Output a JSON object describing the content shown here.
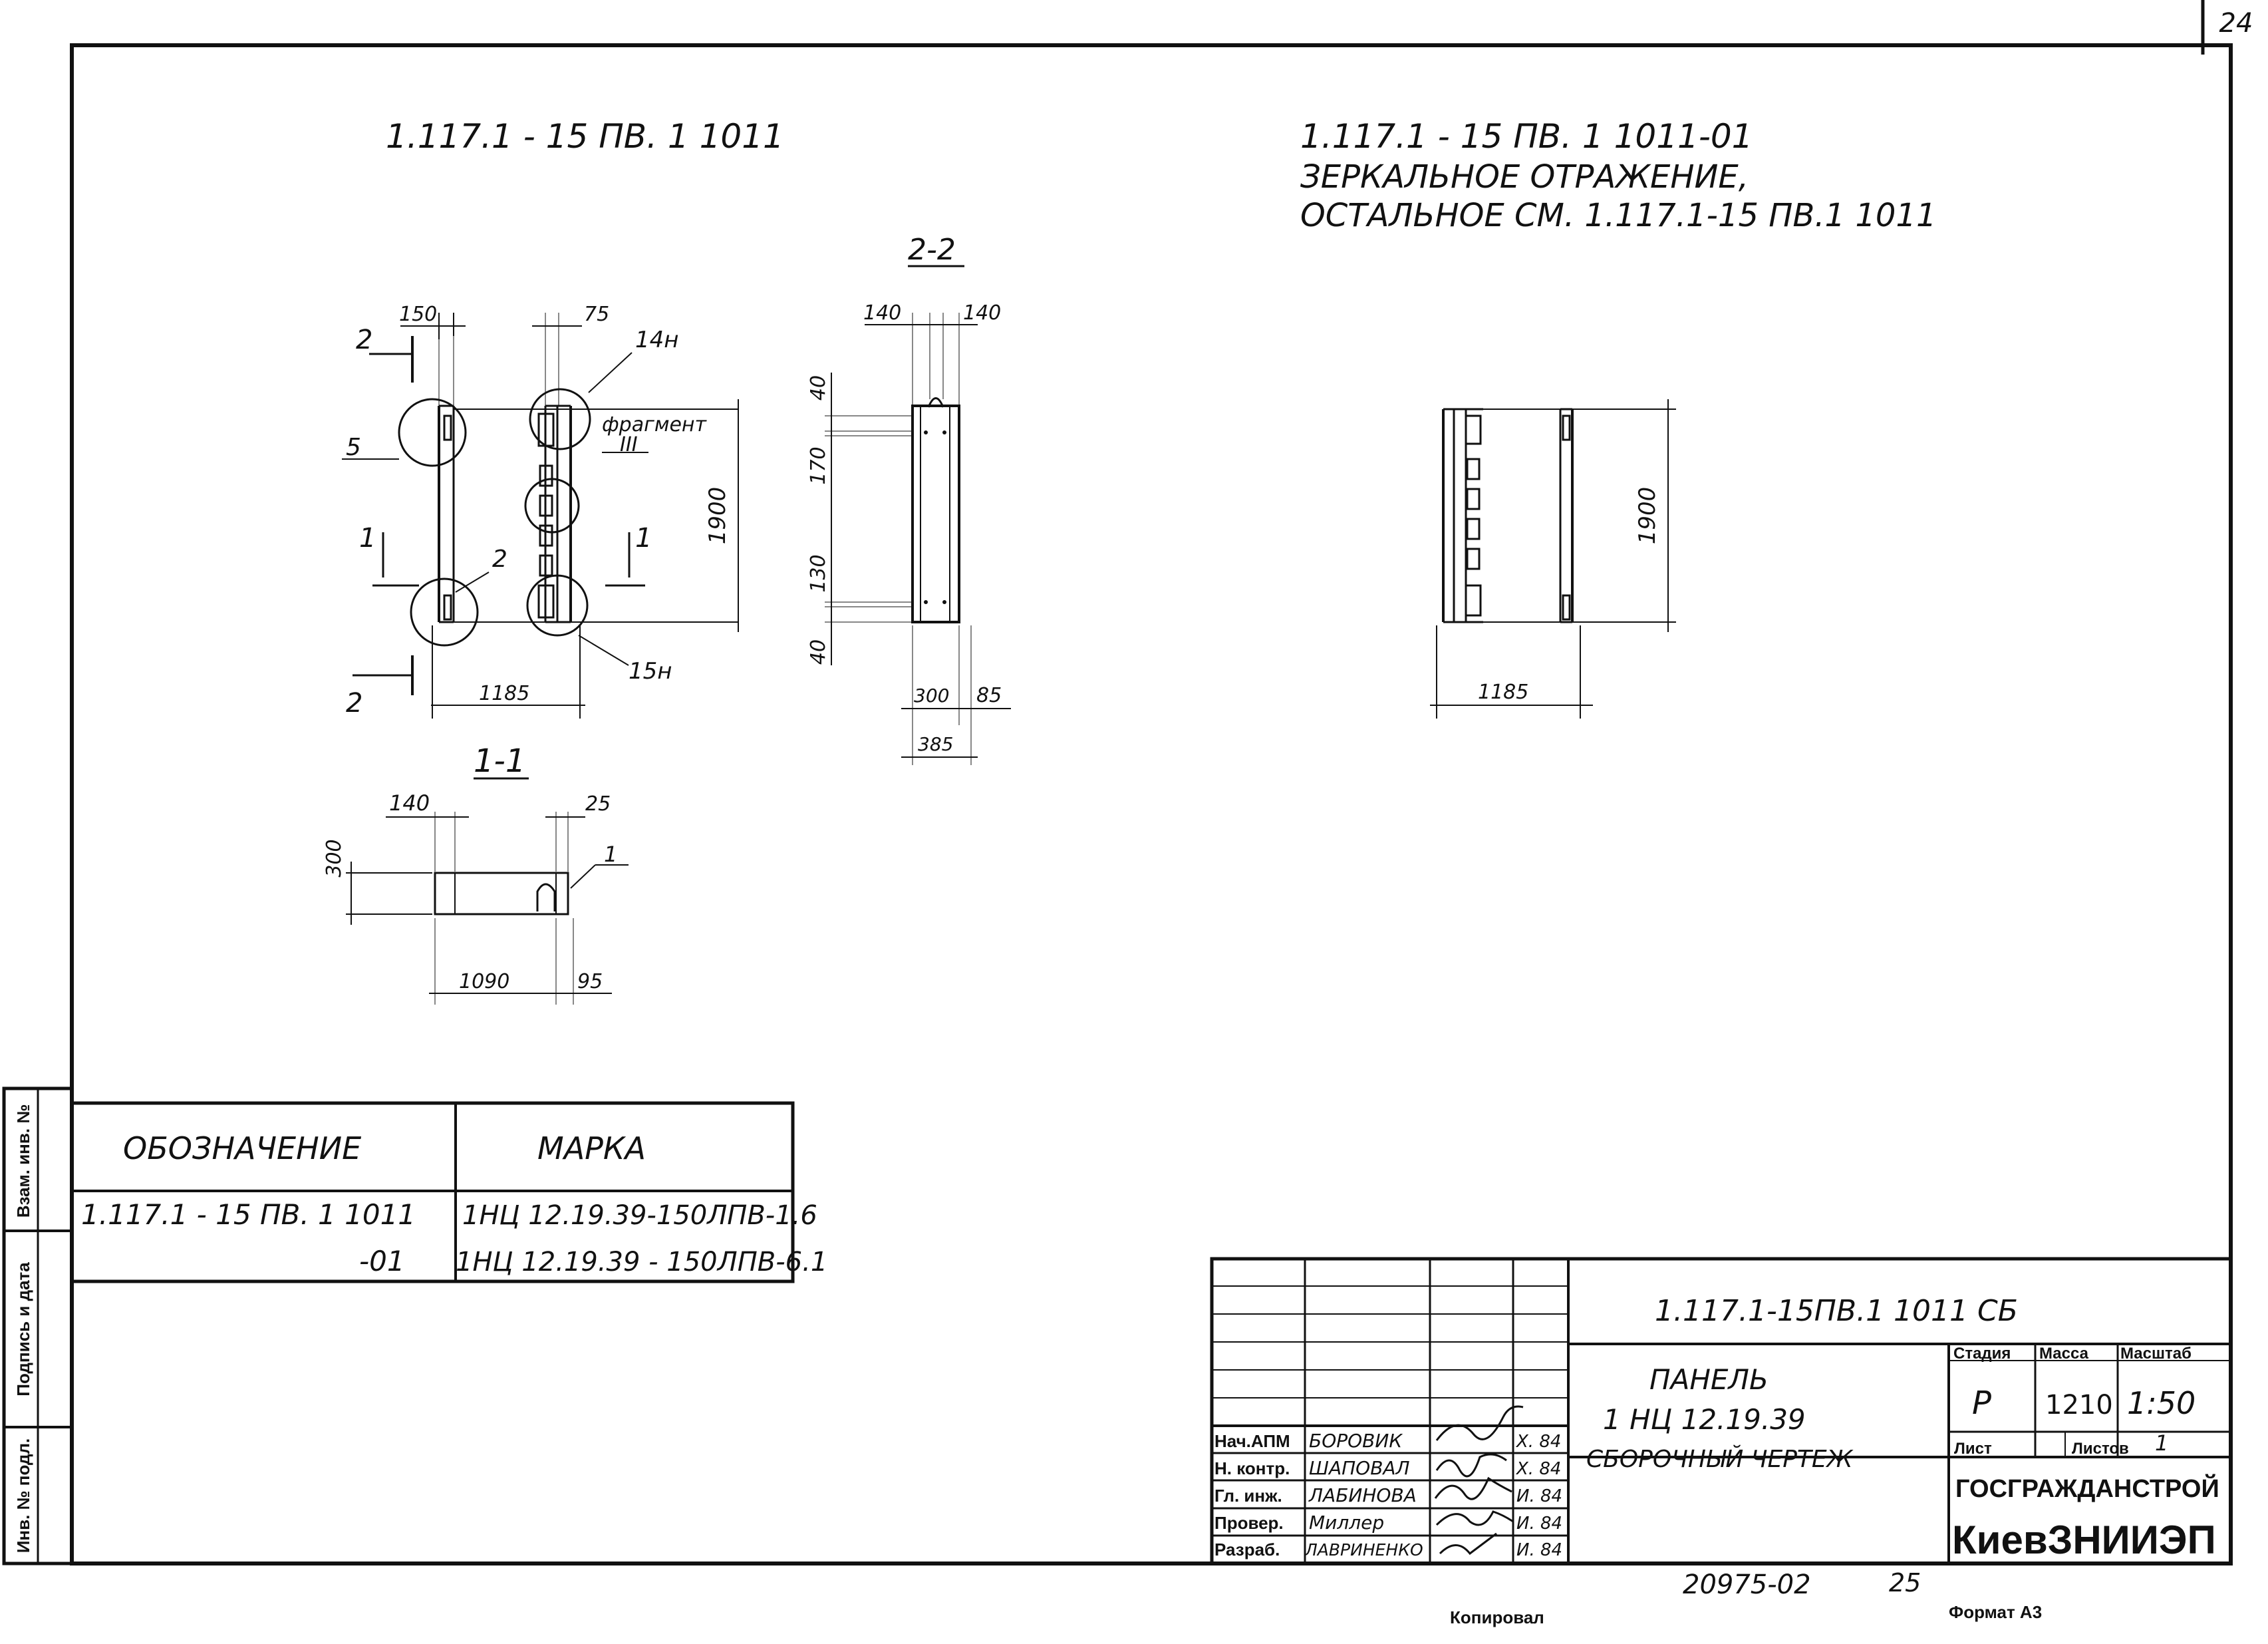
{
  "sheet": {
    "number": "24",
    "left_stamps": {
      "inv_zam": "Взам. инв. №",
      "sign_date": "Подпись и дата",
      "inv_podl": "Инв. № подл."
    },
    "footer_copied": "Копировал",
    "footer_format": "Формат А3",
    "handwritten_number": "20975-02",
    "handwritten_page": "25"
  },
  "left_view": {
    "title": "1.117.1 - 15 ПВ. 1   1011",
    "section_label": "1-1",
    "dims": {
      "top_left": "150",
      "top_right": "75",
      "height": "1900",
      "width": "1185"
    },
    "markers": {
      "cut2_top": "2",
      "cut2_bottom": "2",
      "cut1_left": "1",
      "cut1_right": "1",
      "callout5": "5",
      "callout2": "2",
      "callout14": "14н",
      "callout15": "15н",
      "fragment": "фрагмент",
      "fragment_no": "III"
    },
    "section_dims": {
      "left": "140",
      "right": "25",
      "height": "300",
      "width": "1090",
      "tail": "95",
      "callout1": "1"
    }
  },
  "section_2_2": {
    "label": "2-2",
    "dims": {
      "top_left": "140",
      "top_right": "140",
      "d40a": "40",
      "d170": "170",
      "d130": "130",
      "d40b": "40",
      "w300": "300",
      "w85": "85",
      "w385": "385"
    }
  },
  "right_view": {
    "title_line1": "1.117.1 - 15 ПВ.  1   1011-01",
    "title_line2": "ЗЕРКАЛЬНОЕ  ОТРАЖЕНИЕ,",
    "title_line3": "ОСТАЛЬНОЕ  СМ.   1.117.1-15 ПВ.1  1011",
    "dims": {
      "height": "1900",
      "width": "1185"
    }
  },
  "marks_table": {
    "headers": [
      "ОБОЗНАЧЕНИЕ",
      "МАРКА"
    ],
    "rows": [
      {
        "designation": "1.117.1 - 15 ПВ. 1  1011",
        "mark": "1НЦ 12.19.39-150ЛПВ-1.6"
      },
      {
        "designation": "-01",
        "mark": "1НЦ 12.19.39 - 150ЛПВ-6.1"
      }
    ]
  },
  "title_block": {
    "code": "1.117.1-15ПВ.1   1011  СБ",
    "name_line1": "ПАНЕЛЬ",
    "name_line2": "1 НЦ   12.19.39",
    "name_line3": "СБОРОЧНЫЙ  ЧЕРТЕЖ",
    "stage_label": "Стадия",
    "mass_label": "Масса",
    "scale_label": "Масштаб",
    "stage": "Р",
    "mass": "1210",
    "scale": "1:50",
    "sheet_label": "Лист",
    "sheets_label": "Листов",
    "sheets": "1",
    "org_line1": "ГОСГРАЖДАНСТРОЙ",
    "org_line2": "КиевЗНИИЭП",
    "staff": [
      {
        "role": "Нач.АПМ",
        "name": "БОРОВИК",
        "date": "Х. 84"
      },
      {
        "role": "Н. контр.",
        "name": "ШАПОВАЛ",
        "date": "Х. 84"
      },
      {
        "role": "Гл. инж.",
        "name": "ЛАБИНОВА",
        "date": "И. 84"
      },
      {
        "role": "Провер.",
        "name": "Миллер",
        "date": "И. 84"
      },
      {
        "role": "Разраб.",
        "name": "ЛАВРИНЕНКО",
        "date": "И. 84"
      }
    ]
  }
}
